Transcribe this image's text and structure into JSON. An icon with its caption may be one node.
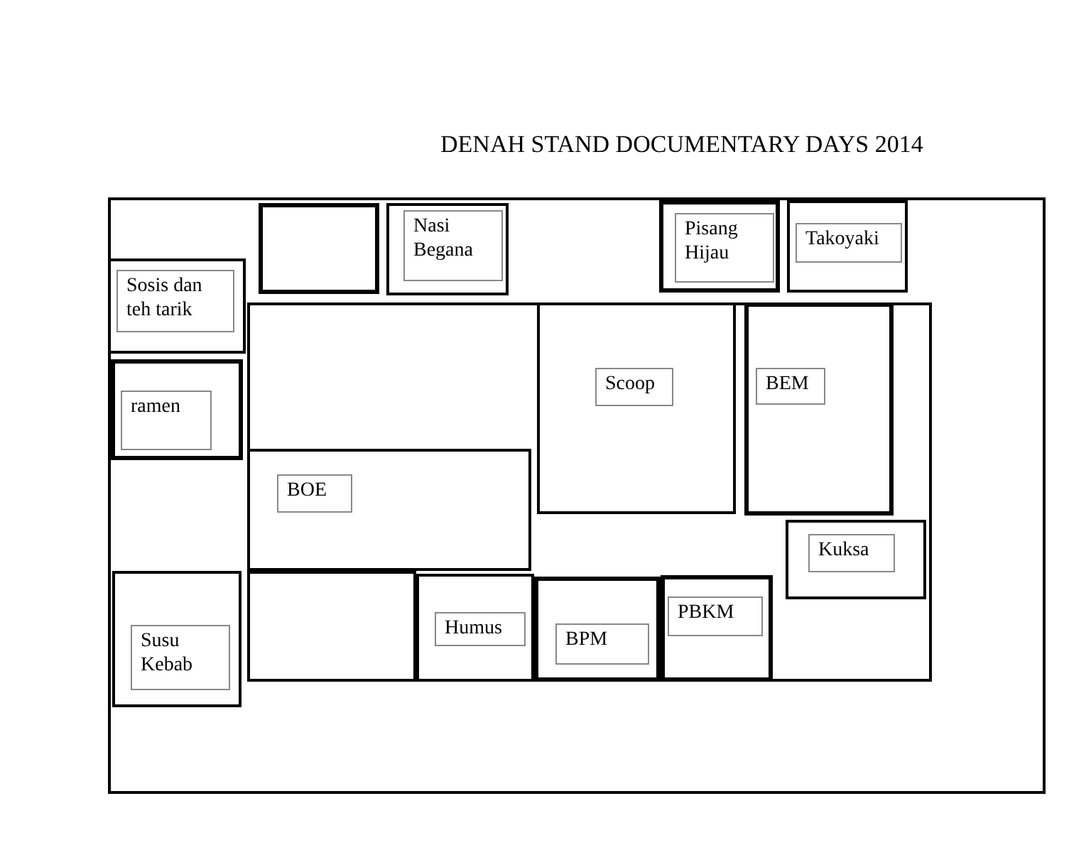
{
  "diagram": {
    "title": "DENAH STAND DOCUMENTARY DAYS 2014",
    "nodes": [
      {
        "text": [],
        "shape": "box"
      },
      {
        "text": [],
        "shape": "box",
        "in": 0
      },
      {
        "text": [
          "Nasi Begana"
        ],
        "in": 0
      },
      {
        "text": [
          "Pisang Hijau"
        ],
        "in": 0
      },
      {
        "text": [
          "Takoyaki"
        ],
        "in": 0
      },
      {
        "text": [
          "Sosis dan teh tarik"
        ],
        "in": 0
      },
      {
        "text": [
          "ramen"
        ],
        "in": 0
      },
      {
        "text": [
          "Susu Kebab"
        ],
        "in": 0
      },
      {
        "text": [],
        "shape": "box",
        "in": 0
      },
      {
        "text": [
          "Scoop"
        ],
        "in": 8
      },
      {
        "text": [
          "BEM"
        ],
        "in": 8
      },
      {
        "text": [
          "BOE"
        ],
        "in": 8
      },
      {
        "text": [],
        "shape": "box",
        "in": 8
      },
      {
        "text": [
          "Humus"
        ],
        "in": 8
      },
      {
        "text": [
          "BPM"
        ],
        "in": 8
      },
      {
        "text": [
          "PBKM"
        ],
        "in": 8
      },
      {
        "text": [
          "Kuksa"
        ],
        "in": 8
      }
    ]
  }
}
